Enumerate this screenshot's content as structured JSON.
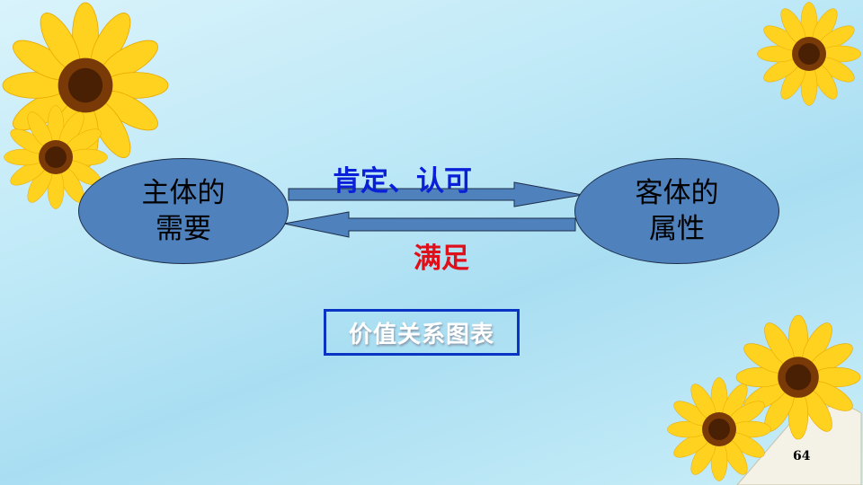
{
  "diagram": {
    "subject_node": {
      "line1": "主体的",
      "line2": "需要"
    },
    "object_node": {
      "line1": "客体的",
      "line2": "属性"
    },
    "forward_label": "肯定、认可",
    "backward_label": "满足",
    "caption": "价值关系图表"
  },
  "page_number": "64",
  "colors": {
    "node": "#4f81bd",
    "forward_label": "#0a1fd8",
    "backward_label": "#e0101a",
    "caption_border": "#0a35c4"
  }
}
